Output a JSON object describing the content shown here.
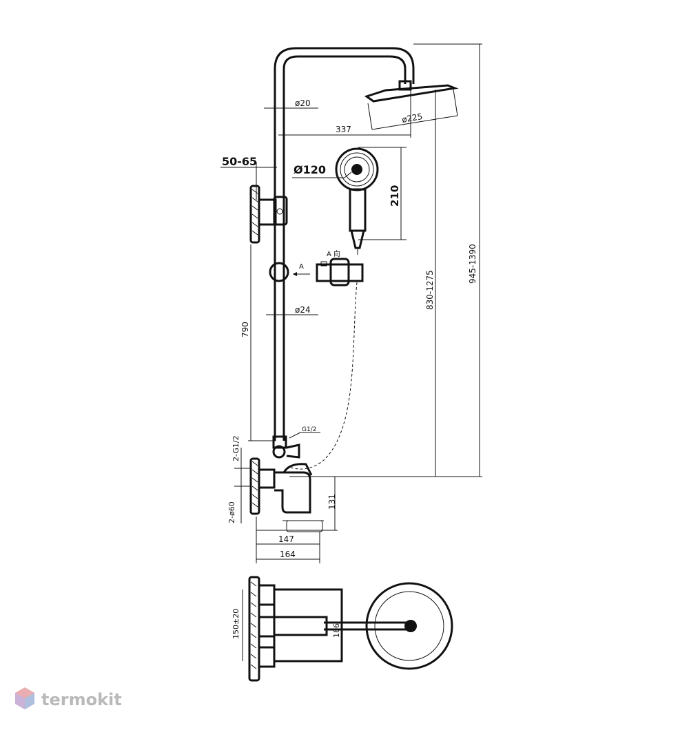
{
  "dimensions": {
    "d20": "ø20",
    "len337": "337",
    "d225": "ø225",
    "wall50_65": "50-65",
    "d120": "Ø120",
    "len210": "210",
    "range945_1390": "945-1390",
    "range830_1275": "830-1275",
    "len790": "790",
    "d24": "ø24",
    "thread_g12": "G1/2",
    "thread_2g12": "2-G1/2",
    "d2_60": "2-ø60",
    "len131": "131",
    "len147": "147",
    "len164": "164",
    "len150": "150±20",
    "len186": "186"
  },
  "view_labels": {
    "view_a": "A",
    "view_a_dir": "A  向"
  },
  "watermark": {
    "brand": "termokit",
    "logo_colors": [
      "#e8a4a8",
      "#a9c2e3",
      "#c7b3dd"
    ]
  }
}
